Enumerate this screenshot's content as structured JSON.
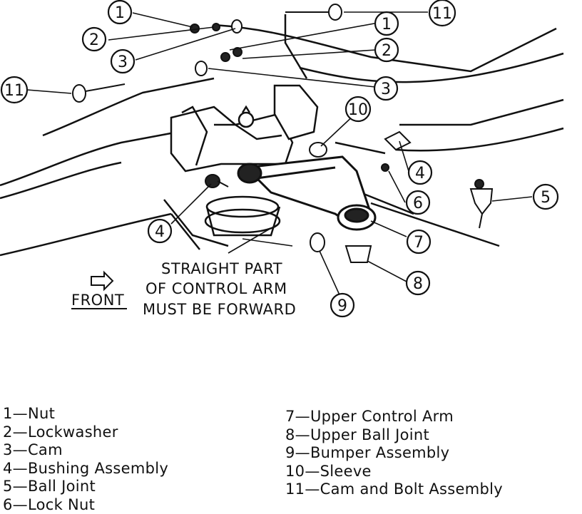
{
  "callouts": {
    "c1_top_left": "1",
    "c2_top_left": "2",
    "c3_top_left": "3",
    "c11_left": "11",
    "c11_top_right": "11",
    "c1_right": "1",
    "c2_right": "2",
    "c3_right": "3",
    "c10": "10",
    "c4_right": "4",
    "c6": "6",
    "c5": "5",
    "c7": "7",
    "c8": "8",
    "c9": "9",
    "c4_left": "4"
  },
  "note": {
    "line1": "STRAIGHT PART",
    "line2": "OF CONTROL ARM",
    "line3": "MUST BE FORWARD"
  },
  "front_label": "FRONT",
  "legend": {
    "left": [
      "1—Nut",
      "2—Lockwasher",
      "3—Cam",
      "4—Bushing Assembly",
      "5—Ball Joint",
      "6—Lock Nut"
    ],
    "right": [
      "7—Upper Control Arm",
      "8—Upper Ball Joint",
      "9—Bumper Assembly",
      "10—Sleeve",
      "11—Cam and Bolt Assembly"
    ]
  }
}
